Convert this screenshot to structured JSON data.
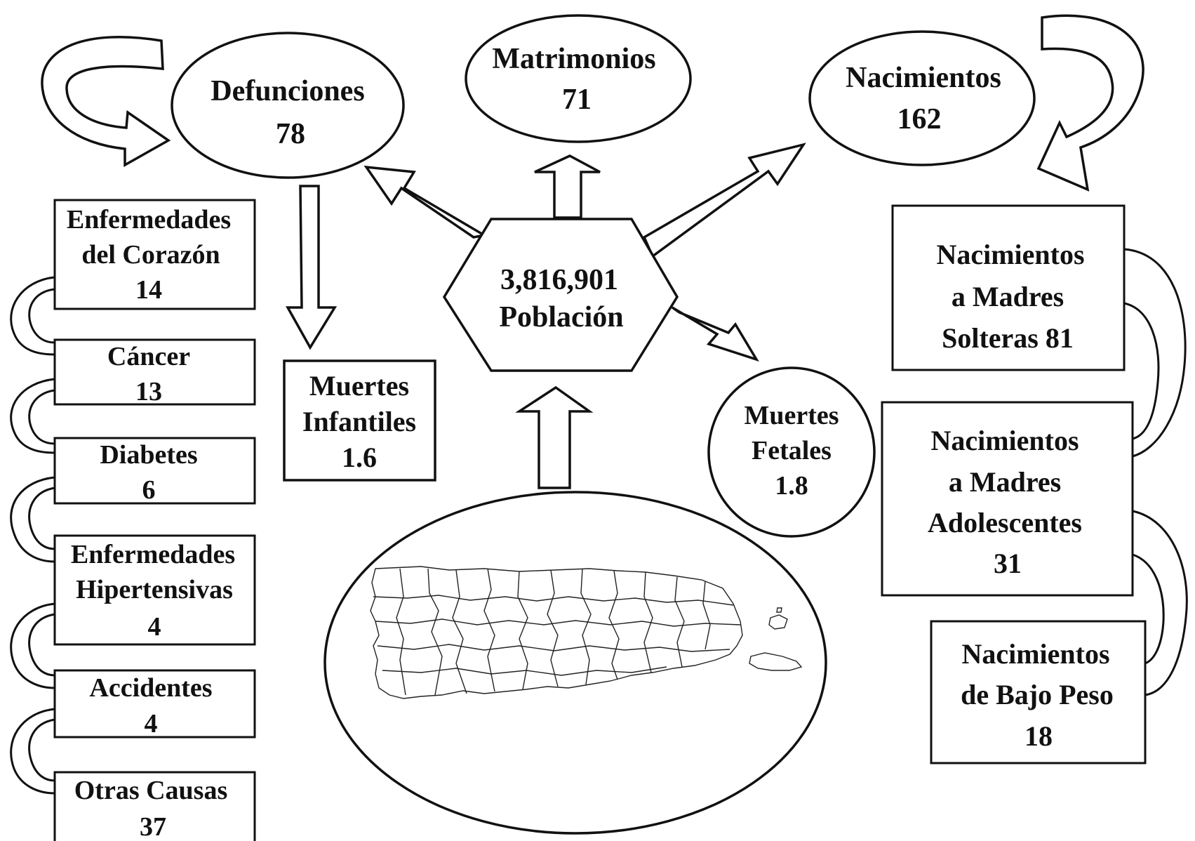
{
  "center": {
    "value": "3,816,901",
    "label": "Población"
  },
  "defunciones": {
    "label": "Defunciones",
    "value": "78"
  },
  "matrimonios": {
    "label": "Matrimonios",
    "value": "71"
  },
  "nacimientos": {
    "label": "Nacimientos",
    "value": "162"
  },
  "muertes_infantiles": {
    "line1": "Muertes",
    "line2": "Infantiles",
    "value": "1.6"
  },
  "muertes_fetales": {
    "line1": "Muertes",
    "line2": "Fetales",
    "value": "1.8"
  },
  "causes": [
    {
      "lines": [
        "Enfermedades",
        "del Corazón"
      ],
      "value": "14"
    },
    {
      "lines": [
        "Cáncer"
      ],
      "value": "13"
    },
    {
      "lines": [
        "Diabetes"
      ],
      "value": "6"
    },
    {
      "lines": [
        "Enfermedades",
        "Hipertensivas"
      ],
      "value": "4"
    },
    {
      "lines": [
        "Accidentes"
      ],
      "value": "4"
    },
    {
      "lines": [
        "Otras Causas"
      ],
      "value": "37"
    }
  ],
  "birth_types": [
    {
      "lines": [
        "Nacimientos",
        "a Madres",
        "Solteras 81"
      ]
    },
    {
      "lines": [
        "Nacimientos",
        "a Madres",
        "Adolescentes",
        "31"
      ]
    },
    {
      "lines": [
        "Nacimientos",
        "de Bajo Peso",
        "18"
      ]
    }
  ],
  "map": {
    "icon": "puerto-rico-map-icon"
  },
  "colors": {
    "stroke": "#111111",
    "fill": "#ffffff"
  }
}
